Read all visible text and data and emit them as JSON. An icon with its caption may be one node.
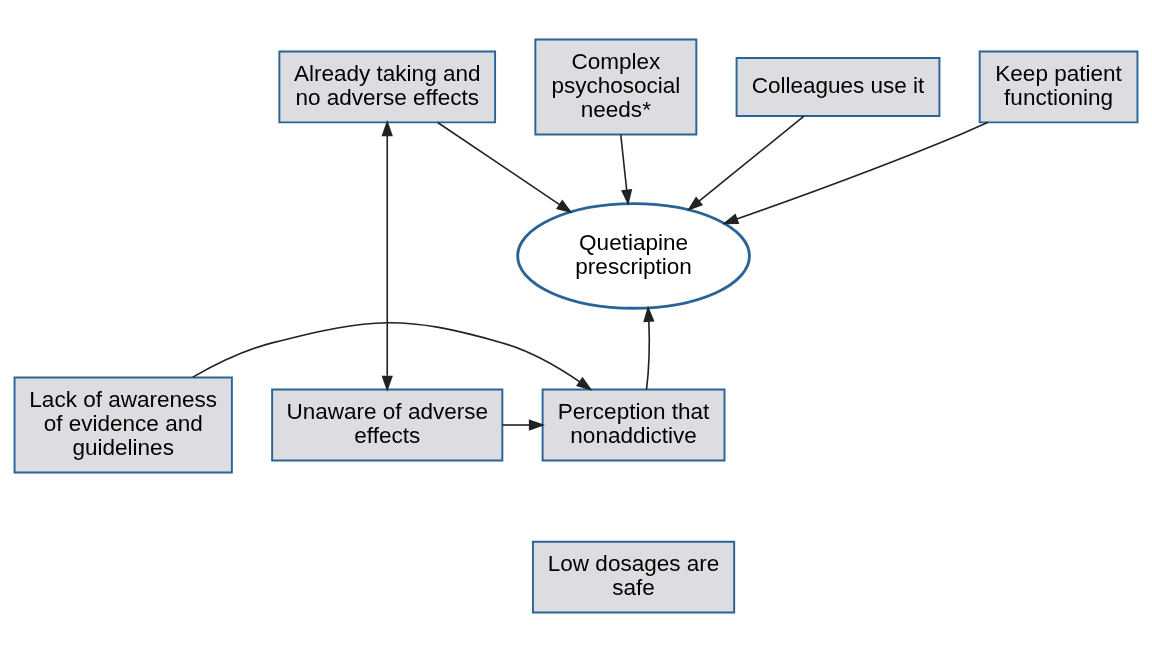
{
  "diagram": {
    "nodes": [
      {
        "text": [
          "Keep patient functioning"
        ]
      },
      {
        "text": [
          "Complex psychosocial needs*"
        ]
      },
      {
        "text": [
          "Colleagues use it"
        ]
      },
      {
        "text": [
          "Already taking and no adverse effects"
        ]
      },
      {
        "text": [
          "Quetiapine prescription"
        ]
      },
      {
        "text": [
          "Lack of awareness of evidence and guidelines"
        ]
      },
      {
        "text": [
          "Perception that nonaddictive"
        ]
      },
      {
        "text": [
          "Unaware of adverse effects"
        ]
      },
      {
        "text": [
          "Low dosages are safe"
        ]
      }
    ],
    "edges": [
      {
        "from": 0,
        "to": 4,
        "arrow": "to"
      },
      {
        "from": 1,
        "to": 4,
        "arrow": "to"
      },
      {
        "from": 2,
        "to": 4,
        "arrow": "to"
      },
      {
        "from": 3,
        "to": 4,
        "arrow": "to"
      },
      {
        "from": 3,
        "to": 7,
        "arrow": "both"
      },
      {
        "from": 6,
        "to": 4,
        "arrow": "to"
      },
      {
        "from": 5,
        "to": 6,
        "arrow": "to"
      },
      {
        "from": 7,
        "to": 6,
        "arrow": "to"
      }
    ]
  }
}
